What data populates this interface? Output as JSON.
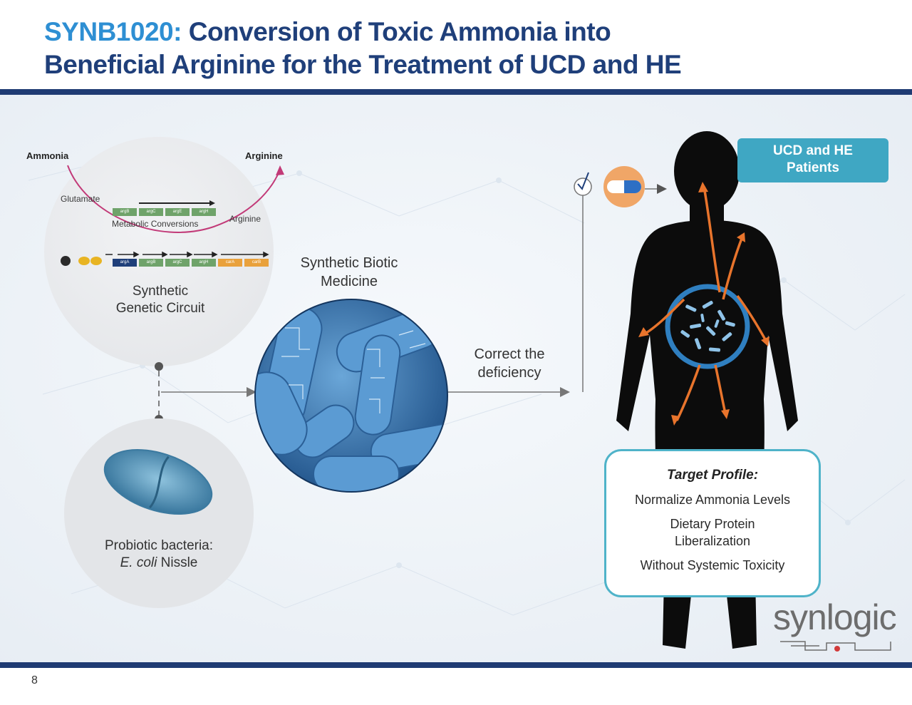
{
  "title": {
    "accent": "SYNB1020:",
    "line1_rest": " Conversion of Toxic Ammonia into",
    "line2": "Beneficial Arginine for the Treatment of UCD and HE"
  },
  "circuit": {
    "ammonia": "Ammonia",
    "arginine_top": "Arginine",
    "glutamate": "Glutamate",
    "metabolic": "Metabolic Conversions",
    "arginine_mid": "Arginine",
    "genes_top": [
      "argB",
      "argC",
      "argE",
      "argH"
    ],
    "genes_bottom": [
      "argA",
      "argB",
      "argC",
      "argH",
      "carA",
      "carB"
    ],
    "label_line1": "Synthetic",
    "label_line2": "Genetic Circuit"
  },
  "probiotic": {
    "line1": "Probiotic bacteria:",
    "line2_italic": "E. coli",
    "line2_rest": " Nissle"
  },
  "medicine": {
    "line1": "Synthetic Biotic",
    "line2": "Medicine"
  },
  "correct": {
    "line1": "Correct the",
    "line2": "deficiency"
  },
  "patients": {
    "line1": "UCD  and HE",
    "line2": "Patients"
  },
  "profile": {
    "title": "Target Profile:",
    "item1": "Normalize Ammonia Levels",
    "item2": "Dietary Protein Liberalization",
    "item3": "Without Systemic Toxicity"
  },
  "logo": "synlogic",
  "page_number": "8",
  "colors": {
    "title_dark": "#1f3f7a",
    "title_accent": "#2e8fd3",
    "bar": "#1f3b73",
    "teal": "#3fa7c3",
    "orange": "#e8742c",
    "gene_green": "#6fa36a",
    "gene_orange": "#e9a13c",
    "bacteria_blue": "#4f86c0"
  }
}
